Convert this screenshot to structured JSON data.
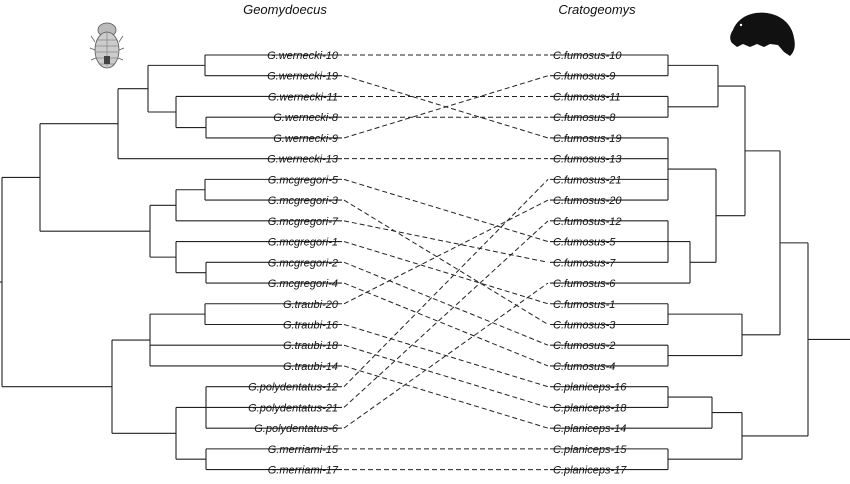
{
  "headers": {
    "left": "Geomydoecus",
    "right": "Cratogeomys"
  },
  "left_taxa": [
    "G.wernecki-10",
    "G.wernecki-19",
    "G.wernecki-11",
    "G.wernecki-8",
    "G.wernecki-9",
    "G.wernecki-13",
    "G.mcgregori-5",
    "G.mcgregori-3",
    "G.mcgregori-7",
    "G.mcgregori-1",
    "G.mcgregori-2",
    "G.mcgregori-4",
    "G.traubi-20",
    "G.traubi-16",
    "G.traubi-18",
    "G.traubi-14",
    "G.polydentatus-12",
    "G.polydentatus-21",
    "G.polydentatus-6",
    "G.merriami-15",
    "G.merriami-17"
  ],
  "right_taxa": [
    "C.fumosus-10",
    "C.fumosus-9",
    "C.fumosus-11",
    "C.fumosus-8",
    "C.fumosus-19",
    "C.fumosus-13",
    "C.fumosus-21",
    "C.fumosus-20",
    "C.fumosus-12",
    "C.fumosus-5",
    "C.fumosus-7",
    "C.fumosus-6",
    "C.fumosus-1",
    "C.fumosus-3",
    "C.fumosus-2",
    "C.fumosus-4",
    "C.planiceps-16",
    "C.planiceps-18",
    "C.planiceps-14",
    "C.planiceps-15",
    "C.planiceps-17"
  ],
  "links": [
    [
      0,
      0
    ],
    [
      1,
      4
    ],
    [
      2,
      2
    ],
    [
      3,
      3
    ],
    [
      4,
      1
    ],
    [
      5,
      5
    ],
    [
      6,
      9
    ],
    [
      7,
      13
    ],
    [
      8,
      10
    ],
    [
      9,
      12
    ],
    [
      10,
      14
    ],
    [
      11,
      15
    ],
    [
      12,
      7
    ],
    [
      13,
      16
    ],
    [
      14,
      17
    ],
    [
      15,
      18
    ],
    [
      16,
      6
    ],
    [
      17,
      8
    ],
    [
      18,
      11
    ],
    [
      19,
      19
    ],
    [
      20,
      20
    ]
  ],
  "icons": {
    "left": "louse-icon",
    "right": "gopher-icon"
  }
}
